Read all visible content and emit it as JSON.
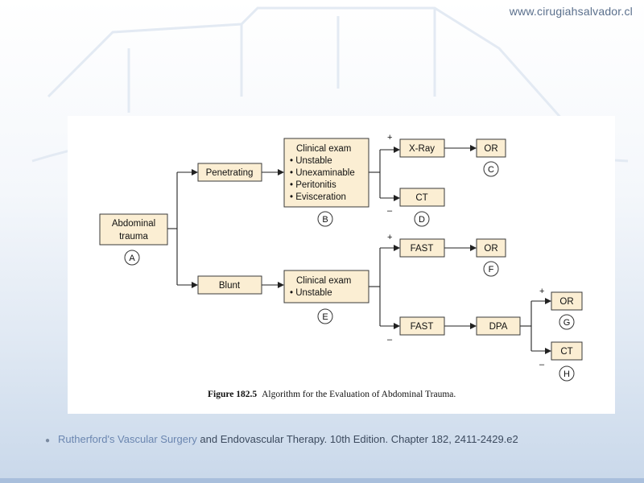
{
  "site_url": "www.cirugiahsalvador.cl",
  "nodes": {
    "abdominal_trauma_1": "Abdominal",
    "abdominal_trauma_2": "trauma",
    "penetrating": "Penetrating",
    "blunt": "Blunt",
    "clinical_exam_b_title": "Clinical exam",
    "clinical_exam_b_items": [
      "• Unstable",
      "• Unexaminable",
      "• Peritonitis",
      "• Evisceration"
    ],
    "xray": "X-Ray",
    "or_c": "OR",
    "ct_d": "CT",
    "clinical_exam_e_title": "Clinical exam",
    "clinical_exam_e_item": "• Unstable",
    "fast_pos": "FAST",
    "or_f": "OR",
    "fast_neg": "FAST",
    "dpa": "DPA",
    "or_g": "OR",
    "ct_h": "CT"
  },
  "labels": {
    "a": "A",
    "b": "B",
    "c": "C",
    "d": "D",
    "e": "E",
    "f": "F",
    "g": "G",
    "h": "H"
  },
  "signs": {
    "plus": "+",
    "minus": "–"
  },
  "caption": {
    "figure_number": "Figure 182.5",
    "text": "Algorithm for the Evaluation of Abdominal Trauma."
  },
  "citation": {
    "part1": "Rutherford's Vascular Surgery",
    "part2": " and Endovascular Therapy. 10th Edition. Chapter 182, 2411-2429.e2"
  },
  "colors": {
    "box_fill": "#fbeed3",
    "url": "#5a6f8c",
    "citation_link": "#6b86b0"
  }
}
